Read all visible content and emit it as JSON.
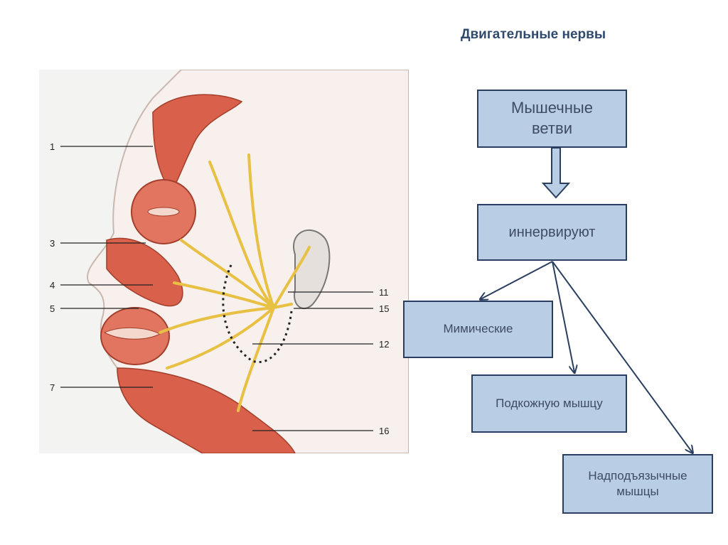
{
  "title": "Двигательные нервы",
  "boxes": {
    "muscle_branches": "Мышечные\nветви",
    "innervate": "иннервируют",
    "mimic": "Мимические",
    "platysma": "Подкожную мышцу",
    "suprahyoid": "Надподъязычные\nмышцы"
  },
  "labels": [
    "1",
    "3",
    "4",
    "5",
    "7",
    "11",
    "15",
    "12",
    "16"
  ],
  "colors": {
    "box_fill": "#b9cde5",
    "box_border": "#2a3f5f",
    "title": "#2f4a6d",
    "muscle": "#d9604a",
    "nerve": "#e8c043"
  }
}
